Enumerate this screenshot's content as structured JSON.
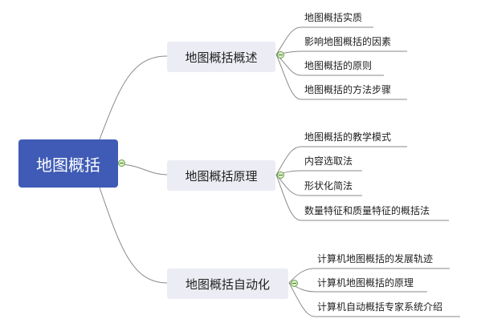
{
  "root": {
    "label": "地图概括"
  },
  "branches": [
    {
      "label": "地图概括概述",
      "children": [
        "地图概括实质",
        "影响地图概括的因素",
        "地图概括的原则",
        "地图概括的方法步骤"
      ]
    },
    {
      "label": "地图概括原理",
      "children": [
        "地图概括的教学模式",
        "内容选取法",
        "形状化简法",
        "数量特征和质量特征的概括法"
      ]
    },
    {
      "label": "地图概括自动化",
      "children": [
        "计算机地图概括的发展轨迹",
        "计算机地图概括的原理",
        "计算机自动概括专家系统介绍"
      ]
    }
  ],
  "colors": {
    "root_fill": "#3f5bb5",
    "branch_fill": "#ecedf4",
    "line": "#8a8a8a",
    "toggle_fill": "#d8f0c4"
  }
}
